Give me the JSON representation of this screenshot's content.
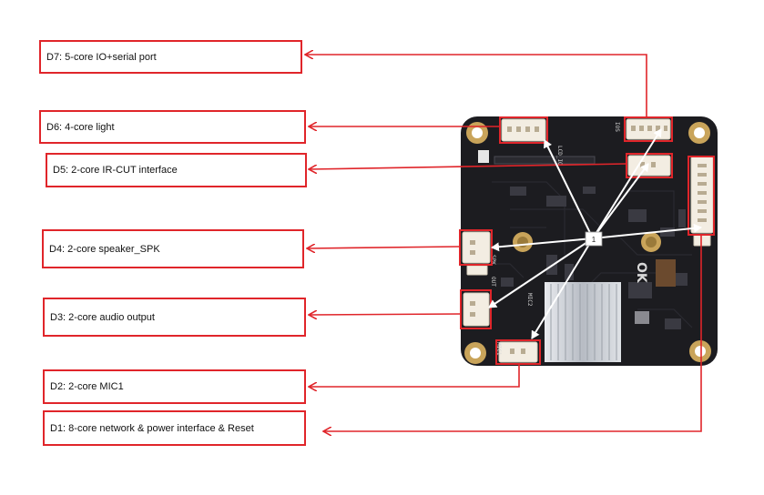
{
  "labels": {
    "d7": "D7: 5-core IO+serial port",
    "d6": "D6: 4-core light",
    "d5": "D5: 2-core IR-CUT interface",
    "d4": "D4: 2-core speaker_SPK",
    "d3": "D3: 2-core audio output",
    "d2": "D2: 2-core MIC1",
    "d1": "D1: 8-core network & power interface & Reset"
  },
  "board": {
    "center_marker": "1",
    "silk_lcd": "LCD_IO",
    "silk_ios": "IOS",
    "silk_mic2": "MIC2",
    "silk_out": "OUT",
    "silk_spk": "SPK",
    "silk_mic1": "MIC1",
    "logo": "OK"
  },
  "colors": {
    "callout_red": "#e0252a",
    "board": "#1c1c20",
    "pad_gold": "#c9a45a",
    "connector": "#f3ede2",
    "heatsink": "#c8ccd2"
  }
}
